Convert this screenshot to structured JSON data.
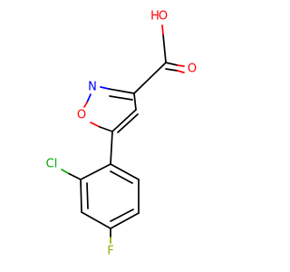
{
  "molecule": {
    "atoms": [
      {
        "id": "O_carbonyl",
        "symbol": "O",
        "color": "#FF0000"
      },
      {
        "id": "O_hydroxyl",
        "symbol": "O",
        "color": "#FF0000"
      },
      {
        "id": "H_hydroxyl",
        "symbol": "H",
        "color": "#FF0000"
      },
      {
        "id": "N_ring",
        "symbol": "N",
        "color": "#0000FF"
      },
      {
        "id": "O_ring",
        "symbol": "O",
        "color": "#FF0000"
      },
      {
        "id": "Cl",
        "symbol": "Cl",
        "color": "#00AA00"
      },
      {
        "id": "F",
        "symbol": "F",
        "color": "#99AA00"
      }
    ]
  }
}
